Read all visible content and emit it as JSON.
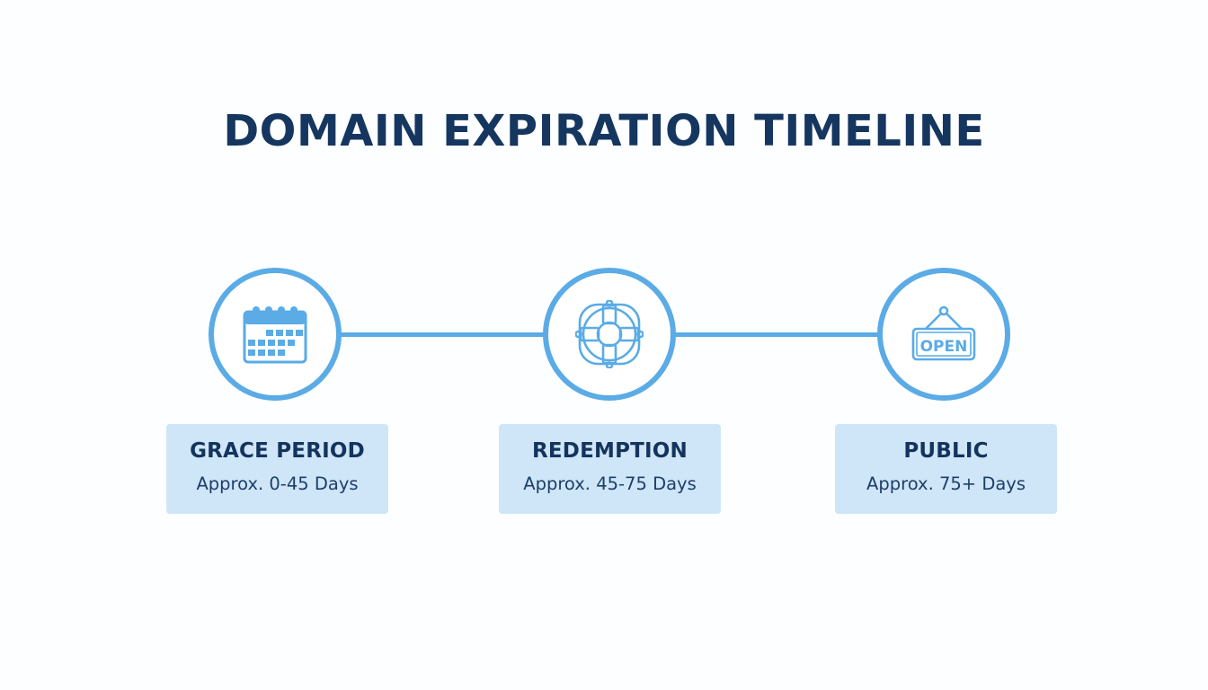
{
  "title": "DOMAIN EXPIRATION TIMELINE",
  "colors": {
    "accent": "#5aabe6",
    "title": "#15365f",
    "card_bg": "#cfe6f8",
    "background": "#fdfeff"
  },
  "stages": [
    {
      "icon": "calendar-icon",
      "label": "GRACE PERIOD",
      "range": "Approx. 0-45 Days"
    },
    {
      "icon": "life-ring-icon",
      "label": "REDEMPTION",
      "range": "Approx. 45-75 Days"
    },
    {
      "icon": "open-sign-icon",
      "label": "PUBLIC",
      "range": "Approx. 75+ Days",
      "sign_text": "OPEN"
    }
  ]
}
